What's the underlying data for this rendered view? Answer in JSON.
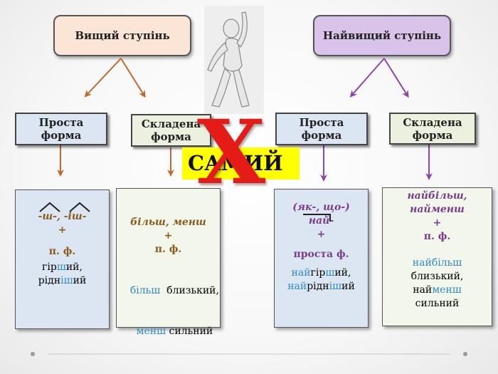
{
  "top_left": {
    "label": "Вищий ступінь",
    "bg": "#fbe5d6"
  },
  "top_right": {
    "label": "Найвищий ступінь",
    "bg": "#d9c3e9"
  },
  "forms": {
    "simple_line1": "Проста",
    "simple_line2": "форма",
    "compound_line1": "Складена",
    "compound_line2": "форма"
  },
  "samyi": {
    "label": "САМИЙ",
    "bg": "#ffff00",
    "cross": "X",
    "cross_color": "#e41b17"
  },
  "panel1": {
    "suffix_a": "-ш-",
    "sep": ", ",
    "suffix_b": "-іш-",
    "plus": "+",
    "base": "п. ф.",
    "ex1_a": "гір",
    "ex1_b": "ш",
    "ex1_c": "ий,",
    "ex2_a": "рідн",
    "ex2_b": "іш",
    "ex2_c": "ий"
  },
  "panel2": {
    "words": "більш, менш",
    "plus": "+",
    "base": "п. ф.",
    "ex1_a": "більш",
    "ex1_b": "  близький,",
    "ex2_a": "менш",
    "ex2_b": " сильний"
  },
  "panel3": {
    "prefixes": "(як-, що-)",
    "prefix": "най-",
    "plus": "+",
    "base": "проста ф.",
    "ex1_a": "най",
    "ex1_b": "гір",
    "ex1_c": "ш",
    "ex1_d": "ий,",
    "ex2_a": "най",
    "ex2_b": "рідн",
    "ex2_c": "іш",
    "ex2_d": "ий"
  },
  "panel4": {
    "line1": "найбільш,",
    "line2": "найменш",
    "plus": "+",
    "base": "п. ф.",
    "ex1": "найбільш",
    "ex2": "близький,",
    "ex3_a": "най",
    "ex3_b": "менш",
    "ex4": "сильний"
  },
  "colors": {
    "brown_arrow": "#c0692a",
    "purple_arrow": "#8e44ad"
  }
}
